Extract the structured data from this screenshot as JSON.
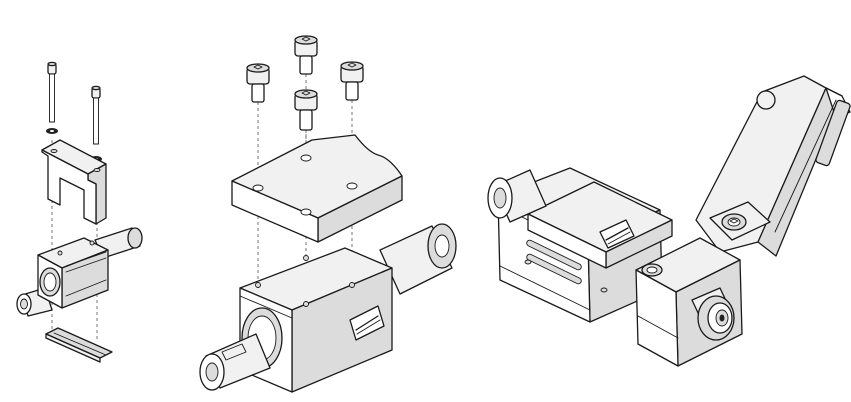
{
  "figure": {
    "background": "#ffffff",
    "stroke_color": "#1a1a1a",
    "shade_light": "#f1f1f1",
    "shade_mid": "#dcdcdc",
    "shade_dark": "#bdbdbd",
    "panels": [
      "left-exploded-view",
      "center-exploded-view",
      "right-assembled-view"
    ]
  }
}
